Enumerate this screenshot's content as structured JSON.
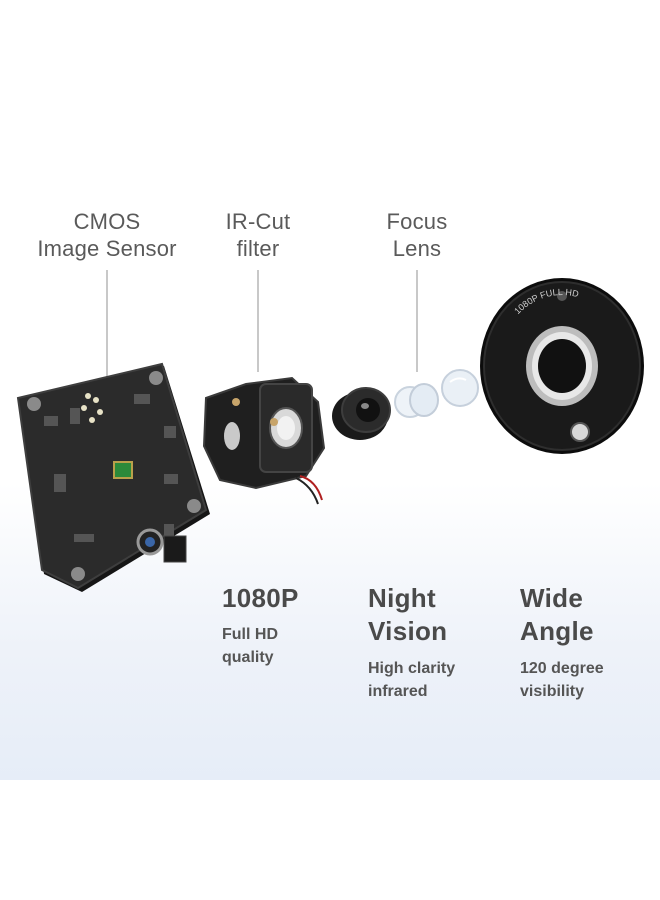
{
  "components": [
    {
      "id": "cmos",
      "line1": "CMOS",
      "line2": "Image Sensor"
    },
    {
      "id": "ircut",
      "line1": "IR-Cut",
      "line2": "filter"
    },
    {
      "id": "focus",
      "line1": "Focus",
      "line2": "Lens"
    }
  ],
  "lens_ring_text": "1080P FULL HD",
  "features": [
    {
      "title": [
        "1080P"
      ],
      "desc": [
        "Full HD",
        "quality"
      ]
    },
    {
      "title": [
        "Night",
        "Vision"
      ],
      "desc": [
        "High clarity",
        "infrared"
      ]
    },
    {
      "title": [
        "Wide",
        "Angle"
      ],
      "desc": [
        "120 degree",
        "visibility"
      ]
    }
  ],
  "colors": {
    "text": "#5a5a5a",
    "feature_text": "#4a4a4a",
    "leader": "#c8c8c8",
    "background_bottom": "#e6edf8"
  }
}
